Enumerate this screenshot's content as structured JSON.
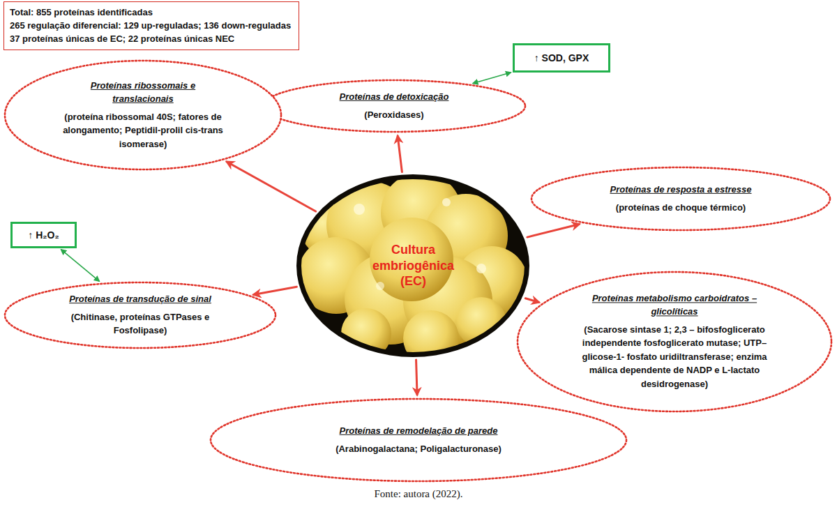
{
  "diagram": {
    "caption": "Fonte: autora (2022).",
    "nodes": [
      {
        "text": [
          "Total: 855 proteínas identificadas",
          "265 regulação diferencial: 129 up-reguladas; 136 down-reguladas",
          "37 proteínas únicas de EC; 22 proteínas únicas NEC"
        ]
      },
      {
        "text": [
          "↑ SOD, GPX"
        ]
      },
      {
        "text": [
          "Proteínas de detoxicação",
          "(Peroxidases)"
        ]
      },
      {
        "text": [
          "Proteínas ribossomais e translacionais",
          "(proteína ribossomal 40S; fatores de alongamento; Peptidil-prolil cis-trans isomerase)"
        ]
      },
      {
        "text": [
          "Proteínas de resposta a estresse",
          "(proteínas de choque térmico)"
        ]
      },
      {
        "text": [
          "↑ H₂O₂"
        ]
      },
      {
        "text": [
          "Cultura embriogênica (EC)"
        ]
      },
      {
        "text": [
          "Proteínas metabolismo carboidratos – glicolíticas",
          "(Sacarose sintase 1; 2,3 – bifosfoglicerato independente fosfoglicerato mutase; UTP– glicose-1- fosfato uridiltransferase; enzima málica dependente de NADP e L-lactato desidrogenase)"
        ]
      },
      {
        "text": [
          "Proteínas de transdução de sinal",
          "(Chitinase, proteínas GTPases e Fosfolipase)"
        ]
      },
      {
        "text": [
          "Proteínas de remodelação de parede",
          "(Arabinogalactana; Poligalacturonase)"
        ]
      }
    ],
    "edges": [
      {
        "from": 6,
        "to": 2,
        "arrow": "to"
      },
      {
        "from": 6,
        "to": 3,
        "arrow": "to"
      },
      {
        "from": 6,
        "to": 4,
        "arrow": "to"
      },
      {
        "from": 6,
        "to": 7,
        "arrow": "to"
      },
      {
        "from": 6,
        "to": 9,
        "arrow": "to"
      },
      {
        "from": 6,
        "to": 8,
        "arrow": "to"
      },
      {
        "from": 2,
        "to": 1,
        "arrow": "both"
      },
      {
        "from": 5,
        "to": 8,
        "arrow": "both"
      }
    ]
  }
}
